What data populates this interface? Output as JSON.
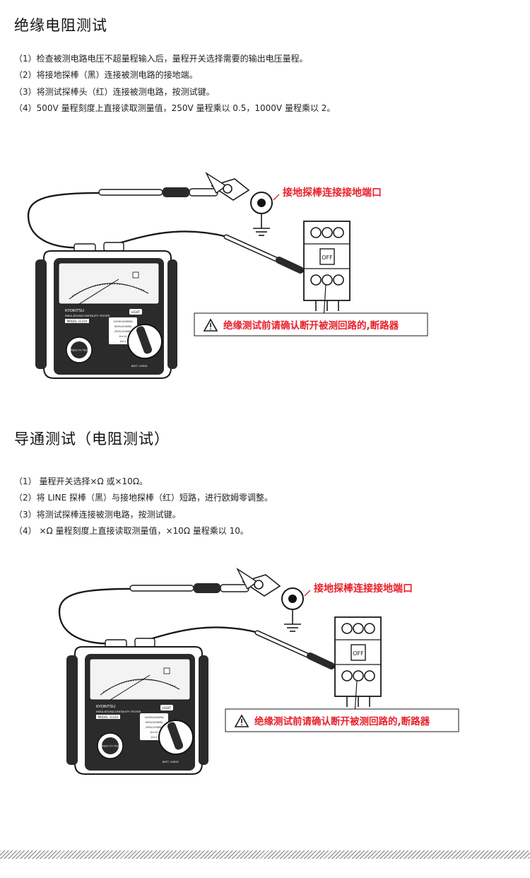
{
  "section1": {
    "title": "绝缘电阻测试",
    "steps": [
      "（1）检查被测电路电压不超量程输入后，量程开关选择需要的输出电压量程。",
      "（2）将接地探棒（黑）连接被测电路的接地端。",
      "（3）将测试探棒头（红）连接被测电路，按测试键。",
      "（4）500V 量程刻度上直接读取测量值，250V 量程乘以 0.5，1000V 量程乘以 2。"
    ],
    "diagram": {
      "ground_label": "接地探棒连接接地端口",
      "warning": "绝缘测试前请确认断开被测回路的,断路器"
    }
  },
  "section2": {
    "title": "导通测试（电阻测试）",
    "steps": [
      "（1） 量程开关选择×Ω 或×10Ω。",
      "（2）将 LINE 探棒（黑）与接地探棒（红）短路，进行欧姆零调整。",
      "（3）将测试探棒连接被测电路，按测试键。",
      "（4） ×Ω 量程刻度上直接读取测量值，×10Ω 量程乘以 10。"
    ],
    "diagram": {
      "ground_label": "接地探棒连接接地端口",
      "warning": "绝缘测试前请确认断开被测回路的,断路器"
    }
  },
  "meter": {
    "brand": "KYORITSU",
    "subtitle": "INSULATION/CONTINUITY TESTER",
    "model": "MODEL 3131A",
    "light_button": "LIGHT",
    "range_1000v": "1000V/400MΩ",
    "range_500v": "500V/200MΩ",
    "range_250v": "250V/100MΩ",
    "range_10ohm": "Ω×10",
    "range_1ohm": "Ω×1",
    "batt_check": "BATT. CHECK",
    "press_to_test": "PRESS TO TEST",
    "breaker_off": "OFF"
  },
  "colors": {
    "accent_red": "#e8212b",
    "ink": "#1a1a1a",
    "meter_body": "#2b2b2b"
  }
}
